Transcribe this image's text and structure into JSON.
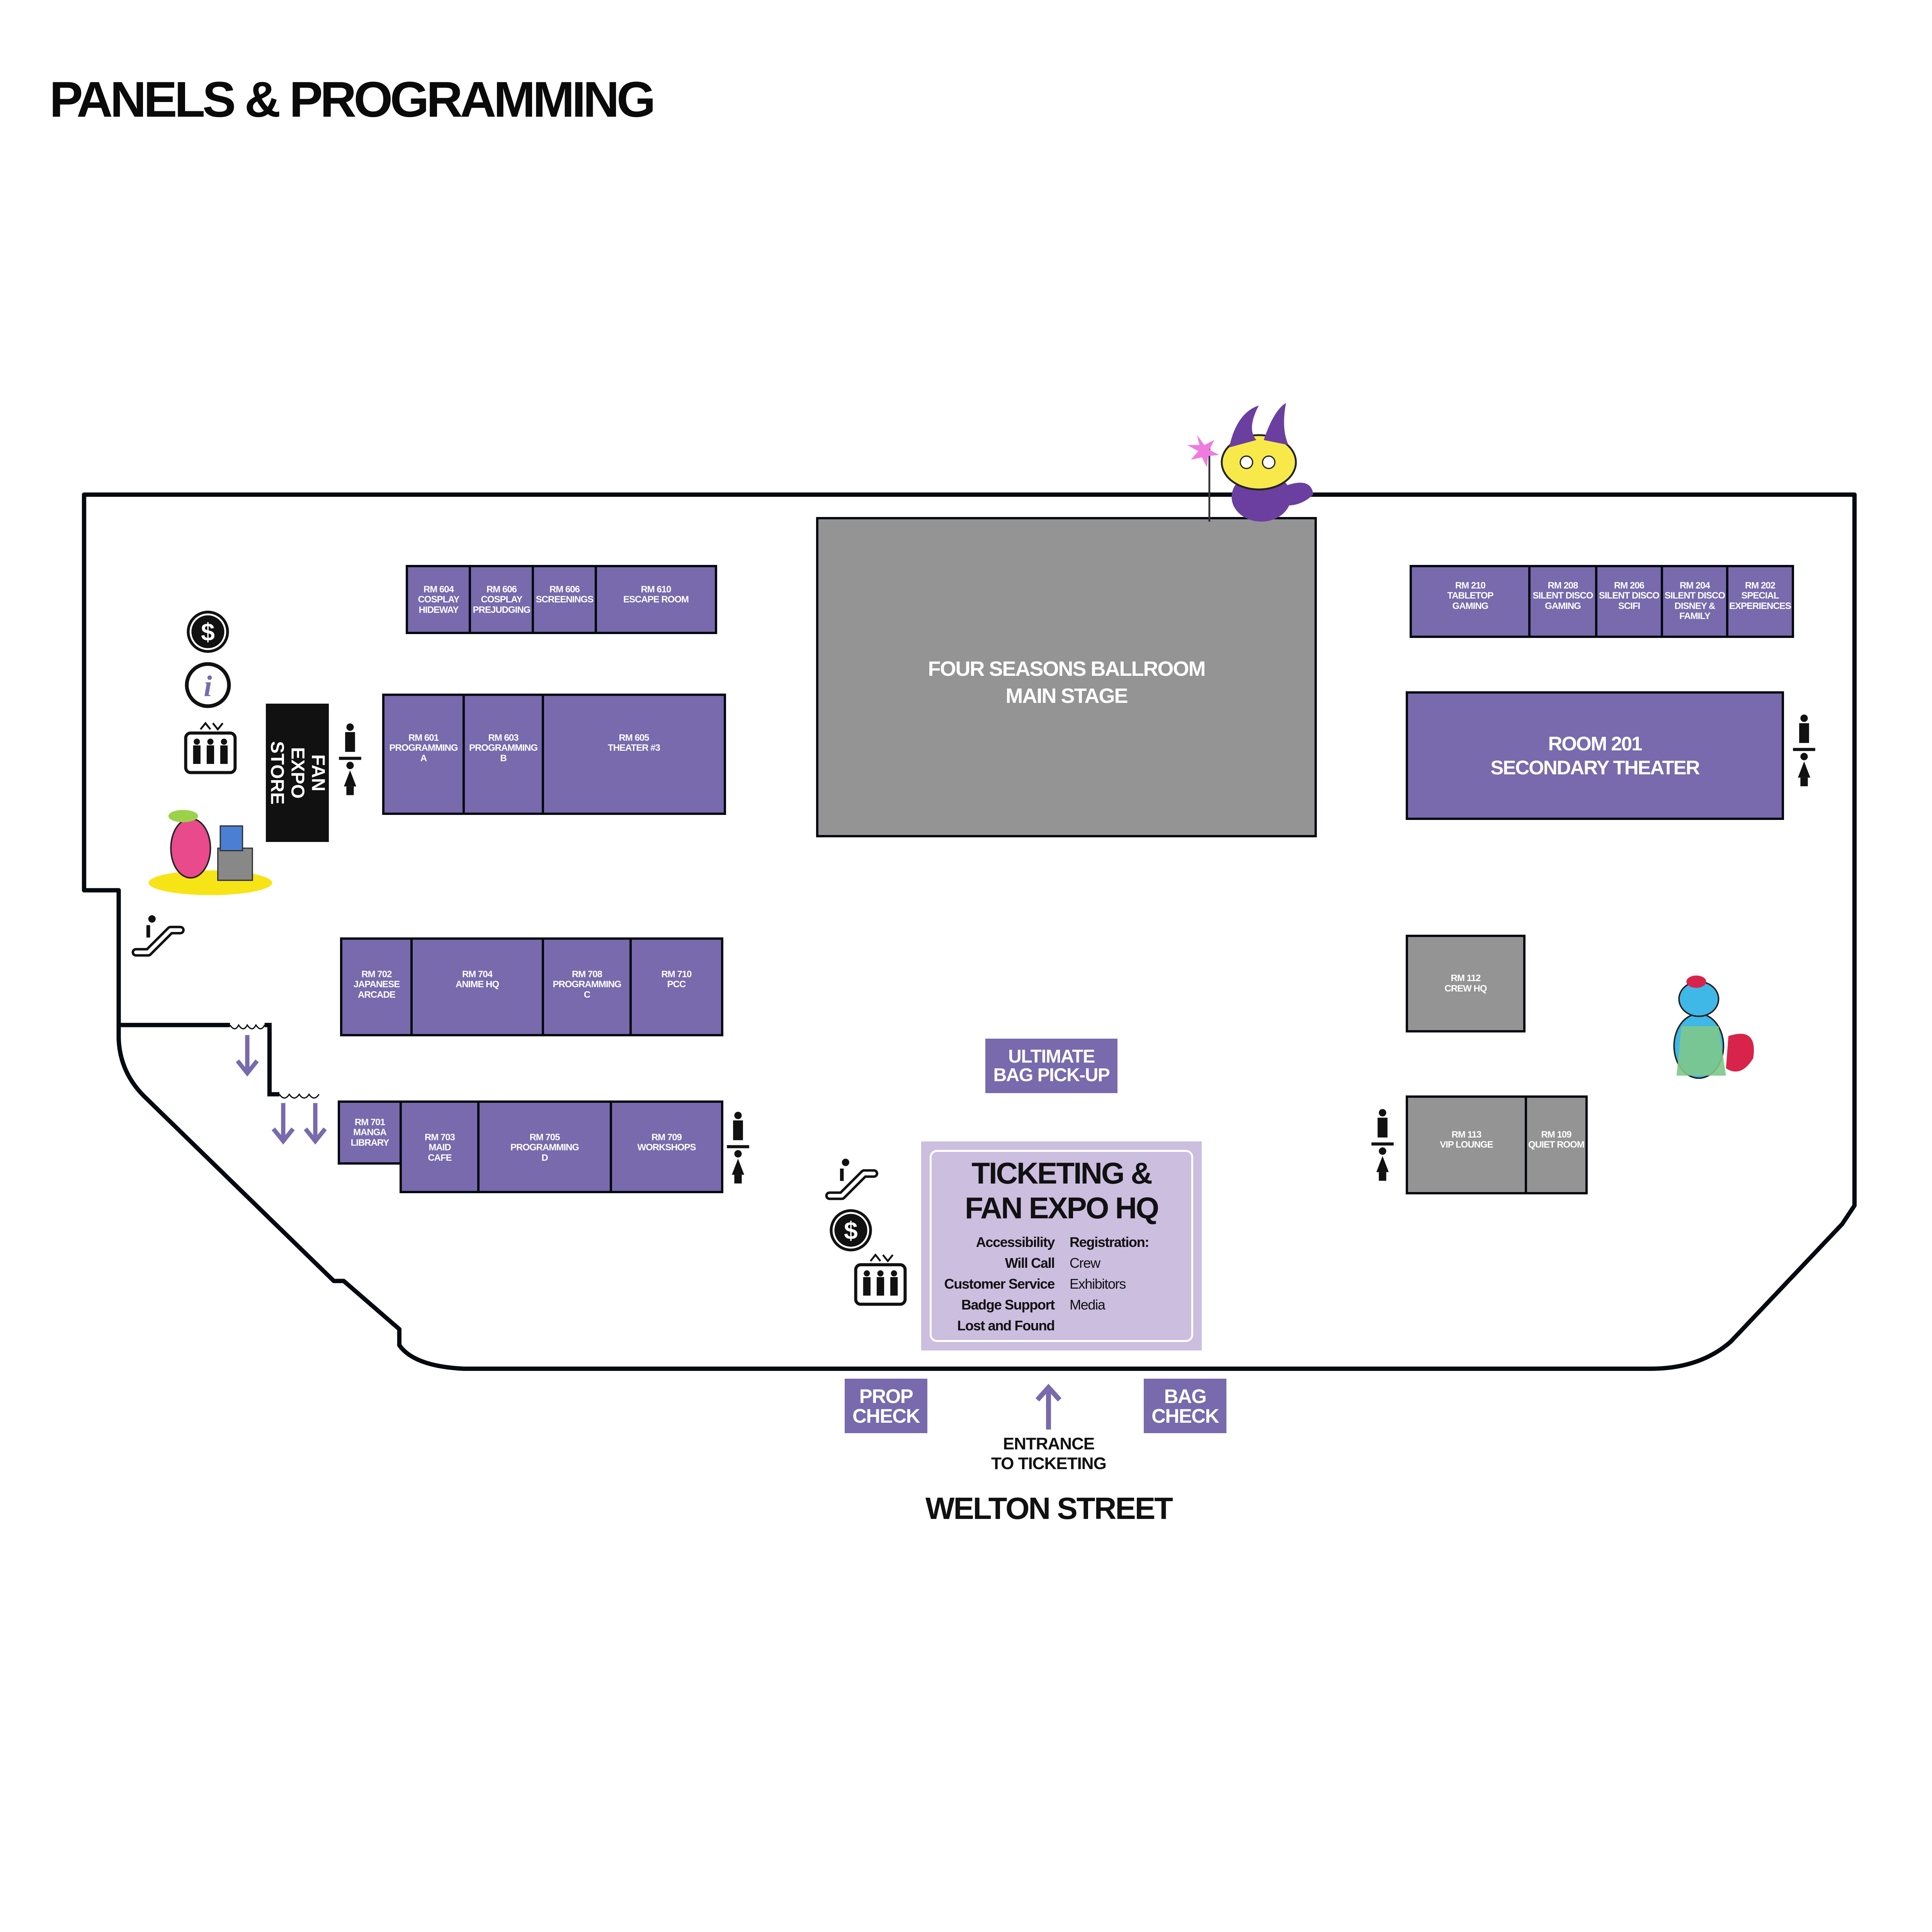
{
  "title": "PANELS & PROGRAMMING",
  "colors": {
    "room_purple": "#786aad",
    "room_gray": "#949494",
    "hq_lavender": "#cbbedf",
    "wall": "#050a10"
  },
  "rooms": {
    "r604": {
      "label": "RM 604\nCOSPLAY\nHIDEWAY"
    },
    "r606a": {
      "label": "RM 606\nCOSPLAY\nPREJUDGING"
    },
    "r606b": {
      "label": "RM 606\nSCREENINGS"
    },
    "r610": {
      "label": "RM 610\nESCAPE ROOM"
    },
    "r601": {
      "label": "RM 601\nPROGRAMMING\nA"
    },
    "r603": {
      "label": "RM 603\nPROGRAMMING\nB"
    },
    "r605": {
      "label": "RM 605\nTHEATER #3"
    },
    "r702": {
      "label": "RM 702\nJAPANESE\nARCADE"
    },
    "r704": {
      "label": "RM 704\nANIME HQ"
    },
    "r708": {
      "label": "RM 708\nPROGRAMMING\nC"
    },
    "r710": {
      "label": "RM 710\nPCC"
    },
    "r701": {
      "label": "RM 701\nMANGA\nLIBRARY"
    },
    "r703": {
      "label": "RM 703\nMAID\nCAFE"
    },
    "r705": {
      "label": "RM 705\nPROGRAMMING\nD"
    },
    "r709": {
      "label": "RM 709\nWORKSHOPS"
    },
    "ballroom": {
      "label": "FOUR SEASONS BALLROOM\nMAIN STAGE"
    },
    "r210": {
      "label": "RM 210\nTABLETOP\nGAMING"
    },
    "r208": {
      "label": "RM 208\nSILENT DISCO\nGAMING"
    },
    "r206": {
      "label": "RM 206\nSILENT DISCO\nSCIFI"
    },
    "r204": {
      "label": "RM 204\nSILENT DISCO\nDISNEY &\nFAMILY"
    },
    "r202": {
      "label": "RM 202\nSPECIAL\nEXPERIENCES"
    },
    "r201": {
      "label": "ROOM 201\nSECONDARY THEATER"
    },
    "r112": {
      "label": "RM 112\nCREW HQ"
    },
    "r113": {
      "label": "RM 113\nVIP LOUNGE"
    },
    "r109": {
      "label": "RM 109\nQUIET ROOM"
    }
  },
  "store": {
    "label": "FAN EXPO\nSTORE"
  },
  "bag_pickup": {
    "label": "ULTIMATE\nBAG PICK-UP"
  },
  "ticketing": {
    "title": "TICKETING &\nFAN EXPO HQ",
    "services": [
      "Accessibility",
      "Will Call",
      "Customer Service",
      "Badge Support",
      "Lost and Found"
    ],
    "registration_heading": "Registration:",
    "registration": [
      "Crew",
      "Exhibitors",
      "Media"
    ]
  },
  "prop_check": {
    "label": "PROP\nCHECK"
  },
  "bag_check": {
    "label": "BAG\nCHECK"
  },
  "entrance": {
    "label": "ENTRANCE\nTO TICKETING"
  },
  "street": {
    "label": "WELTON STREET"
  },
  "icons": [
    "atm-icon",
    "info-icon",
    "elevator-icon",
    "restroom-icon",
    "escalator-icon",
    "arrow-down-icon",
    "arrow-up-icon",
    "mascot-illustration"
  ]
}
